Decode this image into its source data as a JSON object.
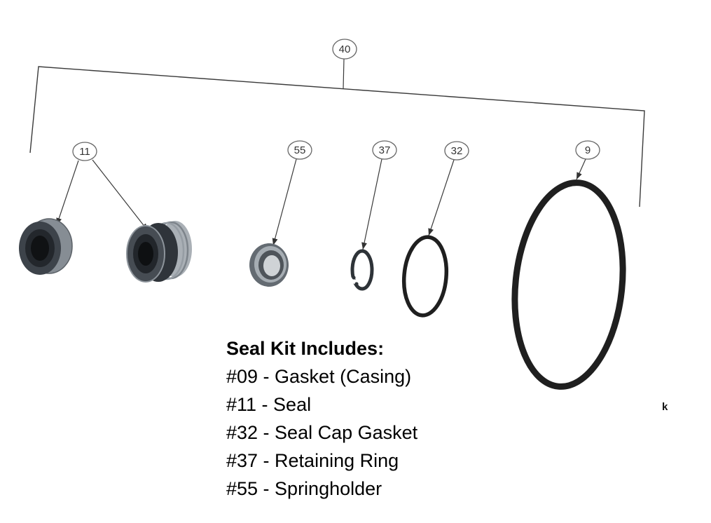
{
  "diagram": {
    "type": "exploded-parts-diagram",
    "subject": "pump seal kit",
    "background": "#ffffff",
    "colors": {
      "leader_line": "#3a3a3a",
      "callout_stroke": "#666666",
      "gasket_black": "#1f1f1f",
      "metal_light": "#a6adb3",
      "metal_mid": "#646b72",
      "rubber_dark": "#2c3136",
      "text": "#000000"
    },
    "callouts": [
      {
        "id": "40",
        "label": "40",
        "part": "seal-kit-assembly-bracket"
      },
      {
        "id": "11",
        "label": "11",
        "part": "seal"
      },
      {
        "id": "55",
        "label": "55",
        "part": "springholder"
      },
      {
        "id": "37",
        "label": "37",
        "part": "retaining-ring"
      },
      {
        "id": "32",
        "label": "32",
        "part": "seal-cap-gasket"
      },
      {
        "id": "9",
        "label": "9",
        "part": "casing-gasket"
      }
    ],
    "parts": [
      {
        "callout": "11",
        "name": "seal-seat-ring"
      },
      {
        "callout": "11",
        "name": "seal-head-with-spring"
      },
      {
        "callout": "55",
        "name": "springholder-ring"
      },
      {
        "callout": "37",
        "name": "retaining-ring-circlip"
      },
      {
        "callout": "32",
        "name": "seal-cap-gasket-oring"
      },
      {
        "callout": "9",
        "name": "casing-gasket-oring"
      }
    ],
    "legend": {
      "title": "Seal Kit Includes:",
      "items": [
        "#09 - Gasket (Casing)",
        "#11 - Seal",
        "#32 - Seal Cap Gasket",
        "#37 - Retaining Ring",
        "#55 - Springholder"
      ]
    },
    "artifact_mark": "k"
  }
}
